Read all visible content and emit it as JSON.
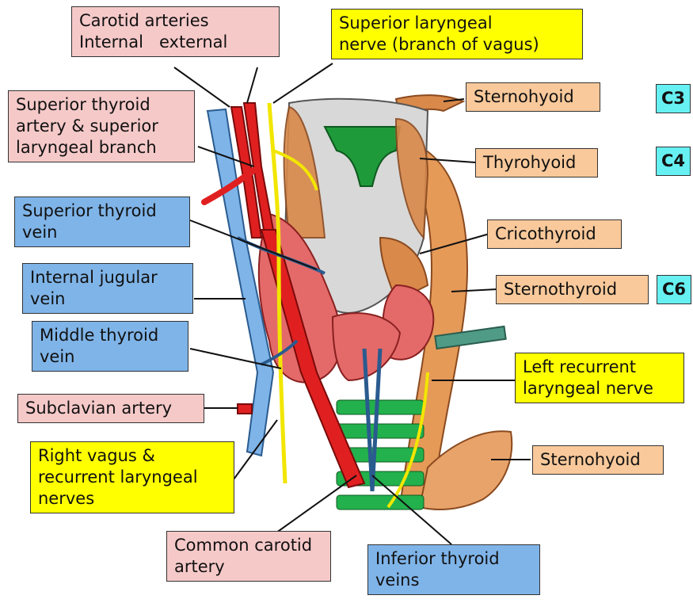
{
  "labels": {
    "carotid": [
      "Carotid arteries",
      "Internal   external"
    ],
    "sup_laryngeal_nerve": [
      "Superior laryngeal",
      "nerve (branch of vagus)"
    ],
    "sternohyoid_top": "Sternohyoid",
    "c3": "C3",
    "sup_thyroid_artery": [
      "Superior thyroid",
      "artery & superior",
      "laryngeal branch"
    ],
    "thyrohyoid": "Thyrohyoid",
    "c4": "C4",
    "sup_thyroid_vein": [
      "Superior thyroid",
      "vein"
    ],
    "cricothyroid": "Cricothyroid",
    "internal_jugular": [
      "Internal jugular",
      "vein"
    ],
    "sternothyroid": "Sternothyroid",
    "c6": "C6",
    "middle_thyroid": [
      "Middle thyroid",
      "vein"
    ],
    "left_recurrent": [
      "Left recurrent",
      "laryngeal nerve"
    ],
    "subclavian": "Subclavian artery",
    "right_vagus": [
      "Right vagus &",
      "recurrent laryngeal",
      "nerves"
    ],
    "sternohyoid_bottom": "Sternohyoid",
    "common_carotid": [
      "Common carotid",
      "artery"
    ],
    "inferior_thyroid": [
      "Inferior thyroid",
      "veins"
    ]
  },
  "colors": {
    "pink_label": "#f6c9c9",
    "yellow_label": "#ffff00",
    "orange_label": "#f9c99b",
    "blue_label": "#7fb4e8",
    "cyan_label": "#66f0f2",
    "artery": "#e02020",
    "vein": "#7fb4e8",
    "nerve": "#f2e600",
    "muscle": "#d9894a",
    "thyroid": "#e46a6a",
    "cartilage": "#d8d8d8",
    "epiglottis": "#1f9a3a"
  }
}
